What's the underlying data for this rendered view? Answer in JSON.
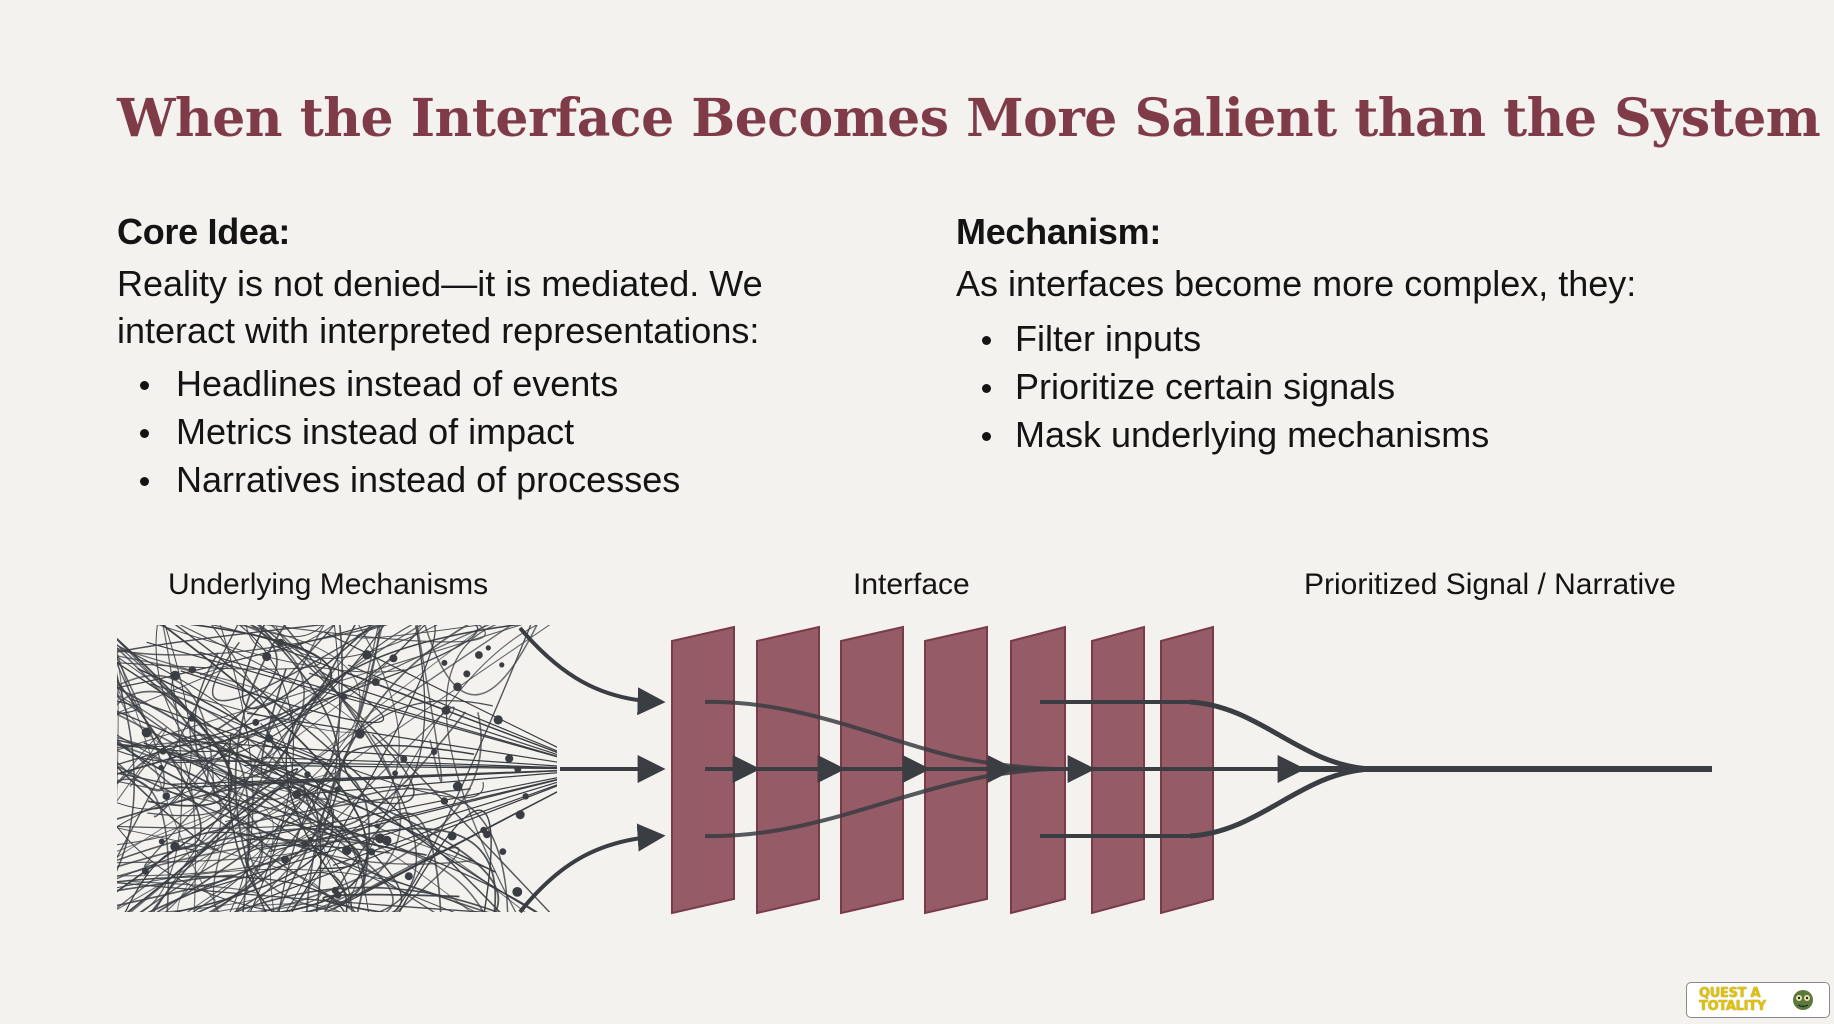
{
  "slide": {
    "title": "When the Interface Becomes More Salient than the System"
  },
  "core_idea": {
    "heading": "Core Idea:",
    "body_lines": [
      "Reality is not denied—it is mediated. We",
      "interact with interpreted representations:"
    ],
    "bullets": [
      "Headlines instead of events",
      "Metrics instead of impact",
      "Narratives instead of processes"
    ]
  },
  "mechanism": {
    "heading": "Mechanism:",
    "body": "As interfaces become more complex, they:",
    "bullets": [
      "Filter inputs",
      "Prioritize certain signals",
      "Mask underlying mechanisms"
    ]
  },
  "diagram": {
    "labels": {
      "left": "Underlying Mechanisms",
      "middle": "Interface",
      "right": "Prioritized Signal / Narrative"
    },
    "interface_panel_count": 7,
    "colors": {
      "panel_fill": "#8b4a58",
      "panel_edge": "#7a3a48",
      "line": "#3a3d42",
      "title": "#7f3b48"
    }
  },
  "watermark": {
    "text_line1": "QUEST A",
    "text_line2": "TOTALITY"
  }
}
